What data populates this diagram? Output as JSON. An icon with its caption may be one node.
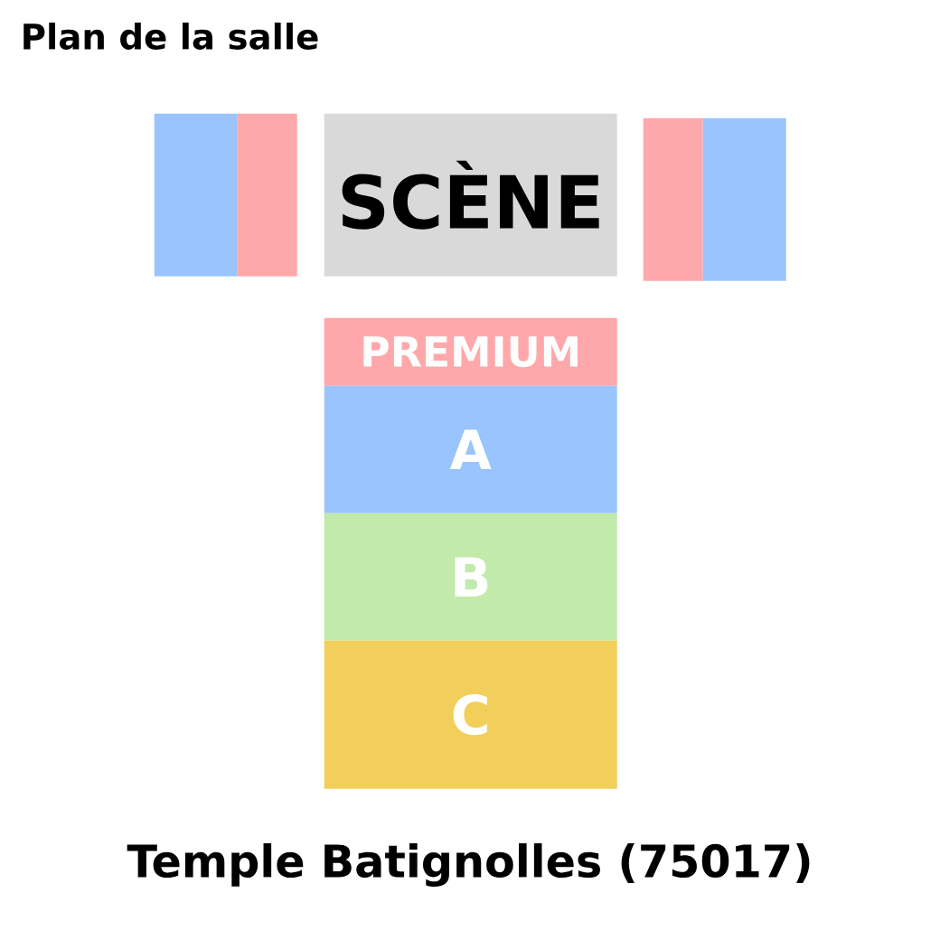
{
  "diagram": {
    "title": "Plan de la salle",
    "caption": "Temple Batignolles (75017)",
    "nodes": [
      {
        "text": [],
        "shape": "box"
      },
      {
        "text": [],
        "shape": "box"
      },
      {
        "text": [
          "SCÈNE"
        ]
      },
      {
        "text": [],
        "shape": "box"
      },
      {
        "text": [],
        "shape": "box"
      },
      {
        "text": [
          "PREMIUM"
        ]
      },
      {
        "text": [
          "A"
        ]
      },
      {
        "text": [
          "B"
        ]
      },
      {
        "text": [
          "C"
        ]
      }
    ],
    "edges": []
  }
}
